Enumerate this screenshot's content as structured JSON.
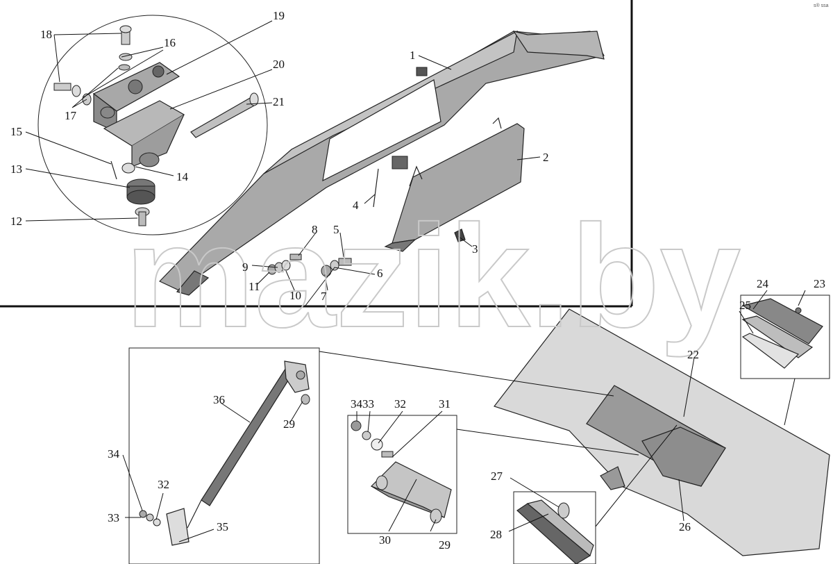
{
  "labels": {
    "l1": "1",
    "l2": "2",
    "l3": "3",
    "l4": "4",
    "l5": "5",
    "l6": "6",
    "l7": "7",
    "l8": "8",
    "l9": "9",
    "l10": "10",
    "l11": "11",
    "l12": "12",
    "l13": "13",
    "l14": "14",
    "l15": "15",
    "l16": "16",
    "l17": "17",
    "l18": "18",
    "l19": "19",
    "l20": "20",
    "l21": "21",
    "l22": "22",
    "l23": "23",
    "l24": "24",
    "l25": "25",
    "l26": "26",
    "l27": "27",
    "l28": "28",
    "l29a": "29",
    "l29b": "29",
    "l30": "30",
    "l31": "31",
    "l32a": "32",
    "l32b": "32",
    "l33a": "33",
    "l33b": "33",
    "l34a": "34",
    "l34b": "34",
    "l35": "35",
    "l36": "36"
  },
  "watermark": "mazik.by",
  "corner_mark": "s® ssa",
  "colors": {
    "part_fill": "#9a9a9a",
    "part_light": "#c8c8c8",
    "panel_fill": "#d9d9d9",
    "watermark": "#c9c9c9"
  }
}
